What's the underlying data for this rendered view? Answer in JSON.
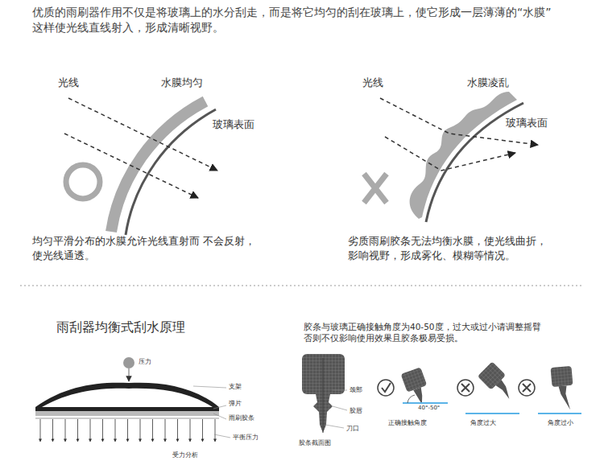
{
  "diagram": {
    "labels": [
      "优质的雨刷器作用不仅是将玻璃上的水分刮走，而是将它均匀的刮在玻璃上，使它形成一层薄薄的“水膜” 这样使光线直线射入，形成清晰视野。",
      "光线",
      "水膜均匀",
      "玻璃表面",
      "均匀平滑分布的水膜允许光线直射而 不会反射，使光线通透。",
      "光线",
      "水膜凌乱",
      "玻璃表面",
      "劣质雨刷胶条无法均衡水膜，使光线曲折， 影响视野，形成雾化、模糊等情况。",
      "雨刮器均衡式刮水原理",
      "压力",
      "支架",
      "弹片",
      "雨刷胶条",
      "平衡压力",
      "受力分析",
      "胶条与玻璃正确接触角度为40-50度，过大或过小请调整摇臂 否则不仅影响使用效果且胶条极易受损。",
      "颈部",
      "胶唇",
      "刀口",
      "胶条截面图",
      "40°-50°",
      "正确接触角度",
      "角度过大",
      "角度过小"
    ]
  }
}
